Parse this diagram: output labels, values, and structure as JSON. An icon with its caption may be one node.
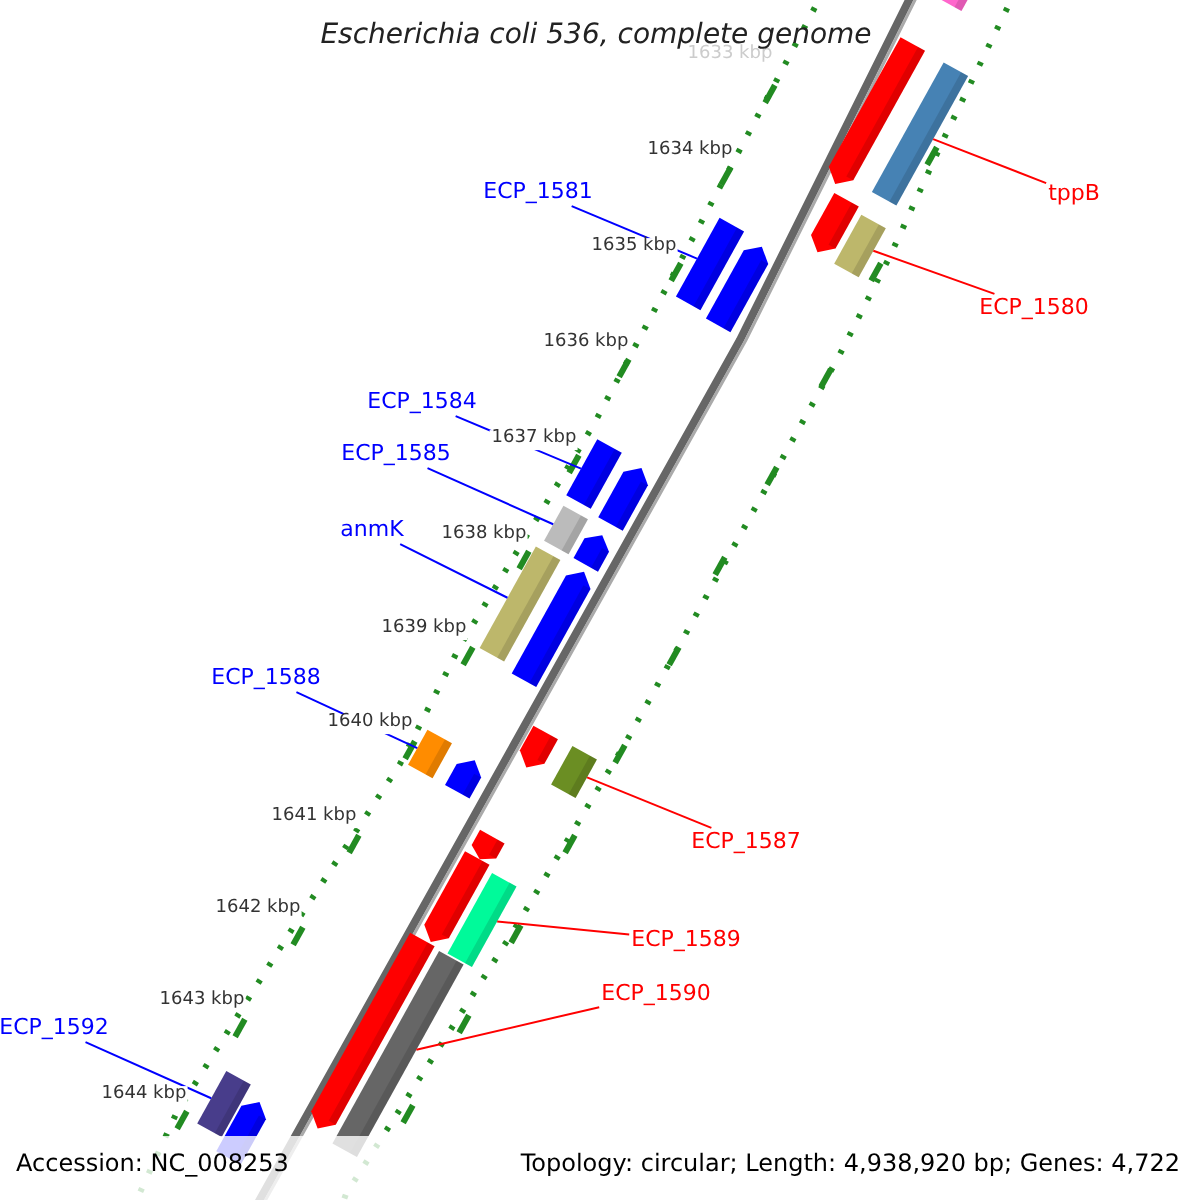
{
  "diagram": {
    "title": "Escherichia coli 536, complete genome",
    "nodes": [
      {
        "text": [
          "ECP_1581"
        ]
      },
      {
        "text": [],
        "shape": "bar"
      },
      {
        "text": [
          "tppB"
        ]
      },
      {
        "text": [],
        "shape": "bar"
      },
      {
        "text": [
          "ECP_1580"
        ]
      },
      {
        "text": [],
        "shape": "bar"
      },
      {
        "text": [
          "ECP_1584"
        ]
      },
      {
        "text": [],
        "shape": "bar"
      },
      {
        "text": [
          "ECP_1585"
        ]
      },
      {
        "text": [],
        "shape": "bar"
      },
      {
        "text": [
          "anmK"
        ]
      },
      {
        "text": [],
        "shape": "bar"
      },
      {
        "text": [
          "ECP_1588"
        ]
      },
      {
        "text": [],
        "shape": "bar"
      },
      {
        "text": [
          "ECP_1587"
        ]
      },
      {
        "text": [],
        "shape": "bar"
      },
      {
        "text": [
          "ECP_1589"
        ]
      },
      {
        "text": [],
        "shape": "bar"
      },
      {
        "text": [
          "ECP_1590"
        ]
      },
      {
        "text": [],
        "shape": "bar"
      },
      {
        "text": [
          "ECP_1592"
        ]
      },
      {
        "text": [],
        "shape": "bar"
      }
    ],
    "edges": [
      {
        "from": 0,
        "to": 1,
        "arrow": "none"
      },
      {
        "from": 2,
        "to": 3,
        "arrow": "none",
        "color": "#ff0000"
      },
      {
        "from": 4,
        "to": 5,
        "arrow": "none",
        "color": "#ff0000"
      },
      {
        "from": 6,
        "to": 7,
        "arrow": "none"
      },
      {
        "from": 8,
        "to": 9,
        "arrow": "none"
      },
      {
        "from": 10,
        "to": 11,
        "arrow": "none"
      },
      {
        "from": 12,
        "to": 13,
        "arrow": "none"
      },
      {
        "from": 14,
        "to": 15,
        "arrow": "none",
        "color": "#ff0000"
      },
      {
        "from": 16,
        "to": 17,
        "arrow": "none",
        "color": "#ff0000"
      },
      {
        "from": 18,
        "to": 19,
        "arrow": "none",
        "color": "#ff0000"
      },
      {
        "from": 20,
        "to": 21,
        "arrow": "none"
      }
    ],
    "labels": [
      "1633 kbp",
      "1634 kbp",
      "1635 kbp",
      "1636 kbp",
      "1637 kbp",
      "1638 kbp",
      "1639 kbp",
      "1640 kbp",
      "1641 kbp",
      "1642 kbp",
      "1643 kbp",
      "1644 kbp",
      "Accession: NC_008253",
      "Topology: circular; Length: 4,938,920 bp; Genes: 4,722"
    ]
  }
}
